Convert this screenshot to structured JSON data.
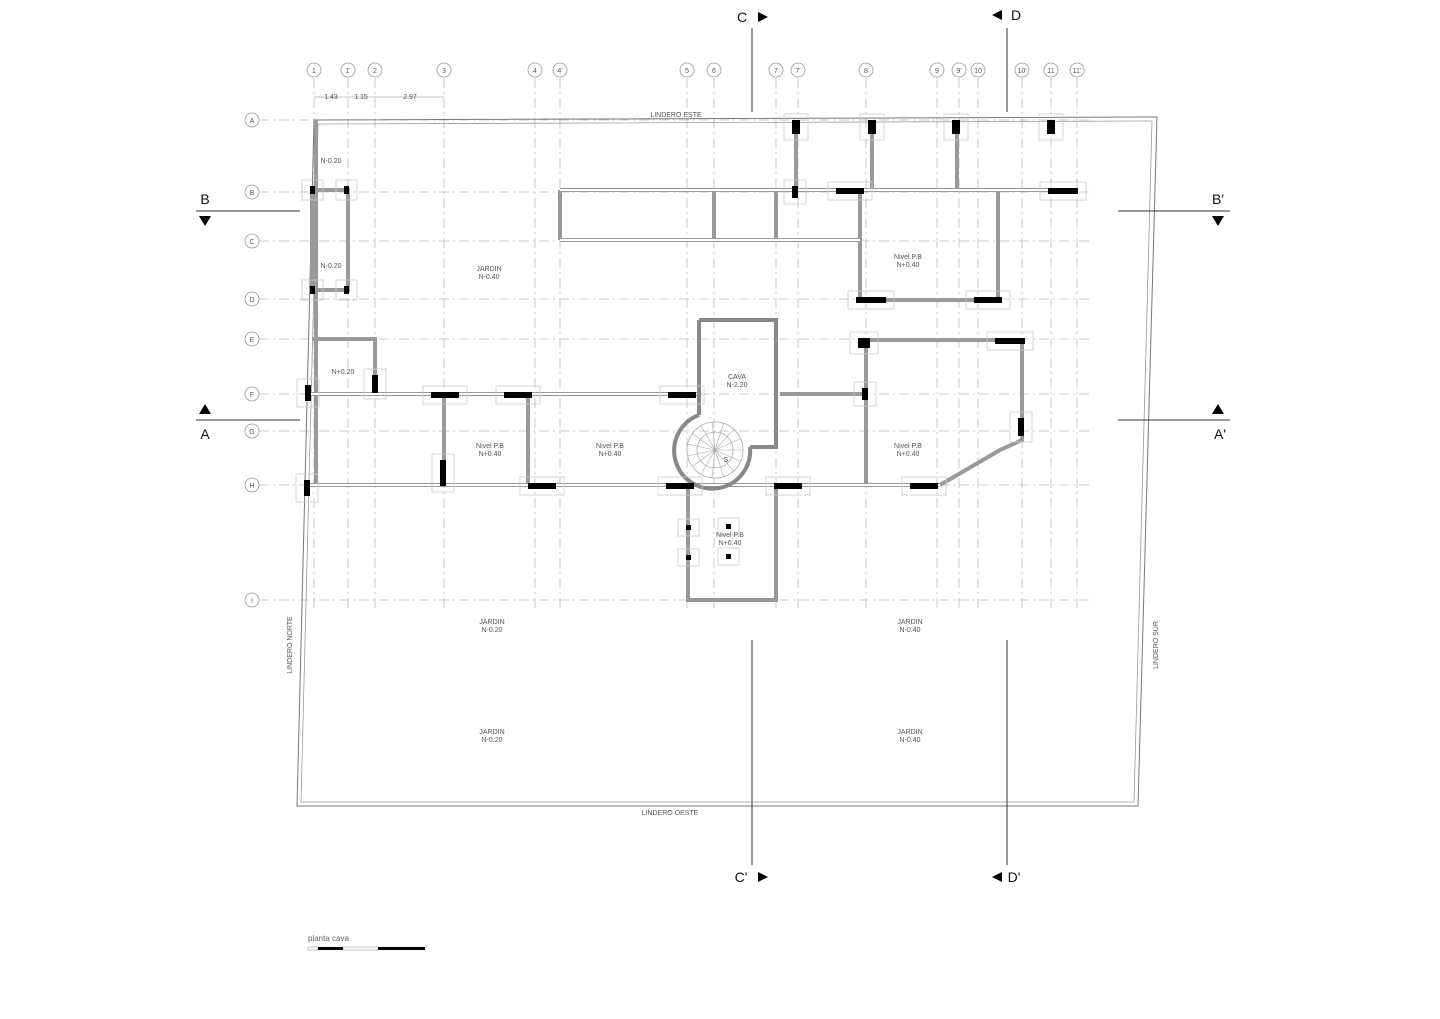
{
  "drawing": {
    "title": "planta cava",
    "grid_columns": [
      "1",
      "1'",
      "2",
      "3",
      "4",
      "4'",
      "5",
      "6",
      "7",
      "7'",
      "8",
      "9",
      "9'",
      "10",
      "10'",
      "11",
      "11'"
    ],
    "grid_rows": [
      "A",
      "B",
      "C",
      "D",
      "E",
      "F",
      "G",
      "H",
      "I"
    ],
    "dimensions": [
      "1.43",
      "1.15",
      "2.97"
    ],
    "boundaries": {
      "top": "LINDERO ESTE",
      "bottom": "LINDERO OESTE",
      "left": "LINDERO NORTE",
      "right": "LINDERO SUR"
    },
    "sections": {
      "c_top": "C",
      "c_bottom": "C'",
      "d_top": "D",
      "d_bottom": "D'",
      "b_left": "B",
      "b_right": "B'",
      "a_left": "A",
      "a_right": "A'"
    },
    "rooms": [
      {
        "name": "",
        "level": "N-0.20"
      },
      {
        "name": "",
        "level": "N-0.20"
      },
      {
        "name": "JARDIN",
        "level": "N-0.40"
      },
      {
        "name": "Nivel P.B",
        "level": "N+0.40"
      },
      {
        "name": "",
        "level": "N+0.20"
      },
      {
        "name": "CAVA",
        "level": "N-2.20"
      },
      {
        "name": "Nivel P.B",
        "level": "N+0.40"
      },
      {
        "name": "Nivel P.B",
        "level": "N+0.40"
      },
      {
        "name": "Nivel P.B",
        "level": "N+0.40"
      },
      {
        "name": "Nivel P.B",
        "level": "N+0.40"
      },
      {
        "name": "JARDIN",
        "level": "N-0.20"
      },
      {
        "name": "JARDIN",
        "level": "N-0.40"
      },
      {
        "name": "JARDIN",
        "level": "N-0.20"
      },
      {
        "name": "JARDIN",
        "level": "N-0.40"
      }
    ],
    "stair_label": "S"
  }
}
